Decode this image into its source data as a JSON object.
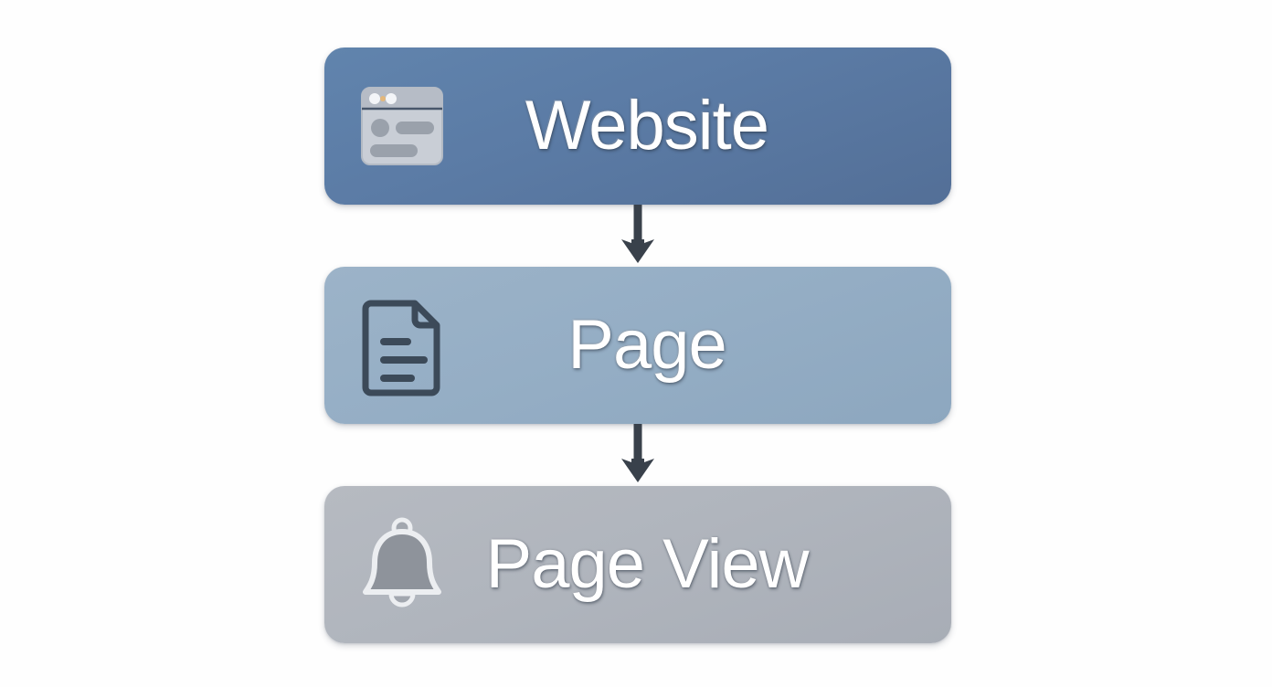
{
  "diagram": {
    "type": "flowchart",
    "orientation": "vertical",
    "background_color": "#fefefe",
    "nodes": [
      {
        "id": "website",
        "label": "Website",
        "icon": "browser-window-icon",
        "fill_color": "#5b7ba5",
        "text_color": "#ffffff"
      },
      {
        "id": "page",
        "label": "Page",
        "icon": "document-icon",
        "fill_color": "#95aec5",
        "text_color": "#ffffff"
      },
      {
        "id": "page-view",
        "label": "Page View",
        "icon": "bell-icon",
        "fill_color": "#b0b5bd",
        "text_color": "#ffffff"
      }
    ],
    "connectors": [
      {
        "id": "website-to-page",
        "from": "website",
        "to": "page",
        "style": "solid-arrow-down",
        "color": "#39414b"
      },
      {
        "id": "page-to-page-view",
        "from": "page",
        "to": "page-view",
        "style": "solid-arrow-down",
        "color": "#39414b"
      }
    ]
  }
}
